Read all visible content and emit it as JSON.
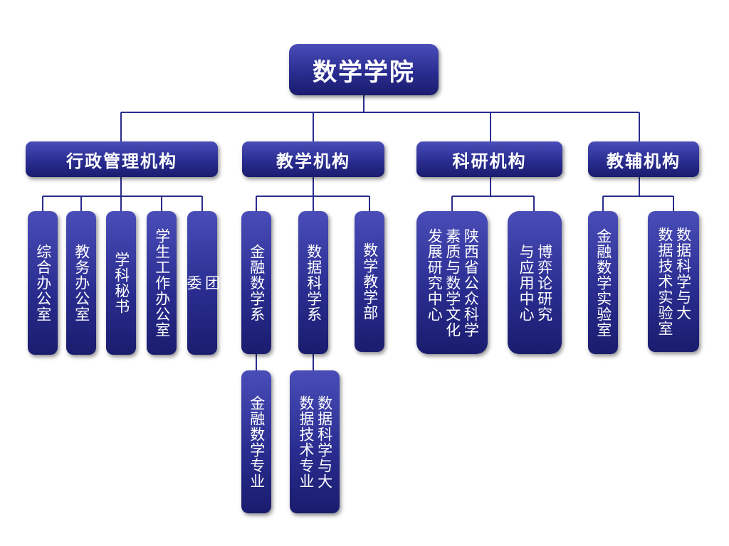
{
  "root": {
    "label": "数学学院"
  },
  "categories": [
    {
      "label": "行政管理机构"
    },
    {
      "label": "教学机构"
    },
    {
      "label": "科研机构"
    },
    {
      "label": "教辅机构"
    }
  ],
  "admin_units": [
    {
      "label": "综合办公室"
    },
    {
      "label": "教务办公室"
    },
    {
      "label": "学科秘书"
    },
    {
      "label": "学生工作办公室"
    },
    {
      "label": "团\n委"
    }
  ],
  "teaching_units": [
    {
      "label": "金融数学系"
    },
    {
      "label": "数据科学系"
    },
    {
      "label": "数学教学部"
    }
  ],
  "teaching_majors": [
    {
      "label": "金融数学专业"
    },
    {
      "label": "数据科学与大\n数据技术专业"
    }
  ],
  "research_units": [
    {
      "label": "陕西省公众科学\n素质与数学文化\n发展研究中心"
    },
    {
      "label": "博弈论研究\n与应用中心"
    }
  ],
  "support_units": [
    {
      "label": "金融数学实验室"
    },
    {
      "label": "数据科学与大\n数据技术实验室"
    }
  ],
  "colors": {
    "box_top": "#4a4db8",
    "box_bottom": "#1a1c6e",
    "connector": "#2a2d8c",
    "text": "#ffffff"
  }
}
